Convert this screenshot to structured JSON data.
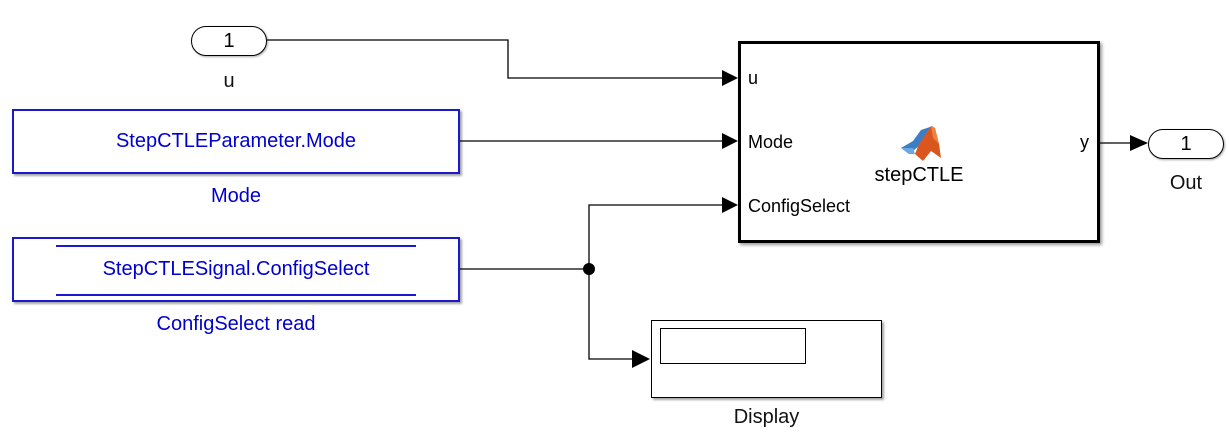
{
  "diagram": {
    "inport_u": {
      "number": "1",
      "name": "u"
    },
    "constant_mode": {
      "value": "StepCTLEParameter.Mode",
      "name": "Mode",
      "color": "#0000cc"
    },
    "data_store_read": {
      "value": "StepCTLESignal.ConfigSelect",
      "name": "ConfigSelect read",
      "color": "#0000cc"
    },
    "matlab_function": {
      "name": "stepCTLE",
      "icon": "matlab-logo-icon",
      "inputs": [
        "u",
        "Mode",
        "ConfigSelect"
      ],
      "outputs": [
        "y"
      ]
    },
    "outport": {
      "number": "1",
      "name": "Out"
    },
    "display": {
      "name": "Display",
      "value": ""
    },
    "connections": [
      {
        "from": "u",
        "to": "stepCTLE.u"
      },
      {
        "from": "Mode",
        "to": "stepCTLE.Mode"
      },
      {
        "from": "ConfigSelect read",
        "to": "stepCTLE.ConfigSelect"
      },
      {
        "from": "ConfigSelect read",
        "to": "Display"
      },
      {
        "from": "stepCTLE.y",
        "to": "Out"
      }
    ]
  }
}
